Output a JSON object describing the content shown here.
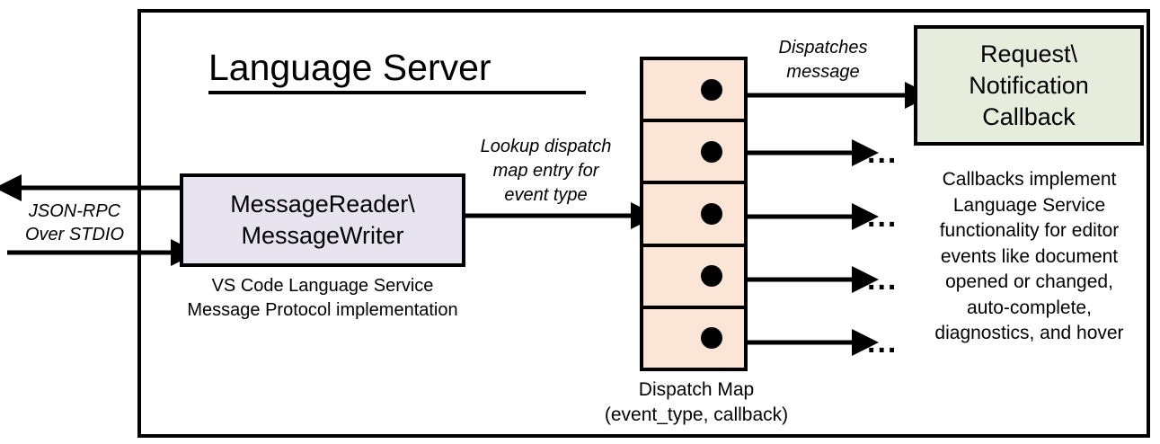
{
  "diagram": {
    "title": "Language Server",
    "boundary_name": "language-server-boundary"
  },
  "external_io": {
    "label_line1": "JSON-RPC",
    "label_line2": "Over STDIO",
    "outbound_arrow": "arrow-out-left",
    "inbound_arrow": "arrow-in-right"
  },
  "message_io": {
    "line1": "MessageReader\\",
    "line2": "MessageWriter",
    "caption_line1": "VS Code Language Service",
    "caption_line2": "Message Protocol implementation",
    "fill": "#E8E4EF"
  },
  "lookup": {
    "line1": "Lookup dispatch",
    "line2": "map entry for",
    "line3": "event type"
  },
  "dispatch_map": {
    "caption_line1": "Dispatch Map",
    "caption_line2": "(event_type, callback)",
    "fill": "#FBE5D6",
    "cells": [
      {
        "index": 1,
        "dot": "entry-dot"
      },
      {
        "index": 2,
        "dot": "entry-dot"
      },
      {
        "index": 3,
        "dot": "entry-dot"
      },
      {
        "index": 4,
        "dot": "entry-dot"
      },
      {
        "index": 5,
        "dot": "entry-dot"
      }
    ]
  },
  "dispatches": {
    "line1": "Dispatches",
    "line2": "message"
  },
  "callback": {
    "line1": "Request\\",
    "line2": "Notification",
    "line3": "Callback",
    "fill": "#E6EDDC",
    "caption_line1": "Callbacks implement",
    "caption_line2": "Language Service",
    "caption_line3": "functionality for editor",
    "caption_line4": "events like document",
    "caption_line5": "opened or changed,",
    "caption_line6": "auto-complete,",
    "caption_line7": "diagnostics, and hover"
  },
  "ellipses": [
    {
      "label": "..."
    },
    {
      "label": "..."
    },
    {
      "label": "..."
    },
    {
      "label": "..."
    }
  ],
  "colors": {
    "stroke": "#000000",
    "background": "#FFFFFF"
  }
}
